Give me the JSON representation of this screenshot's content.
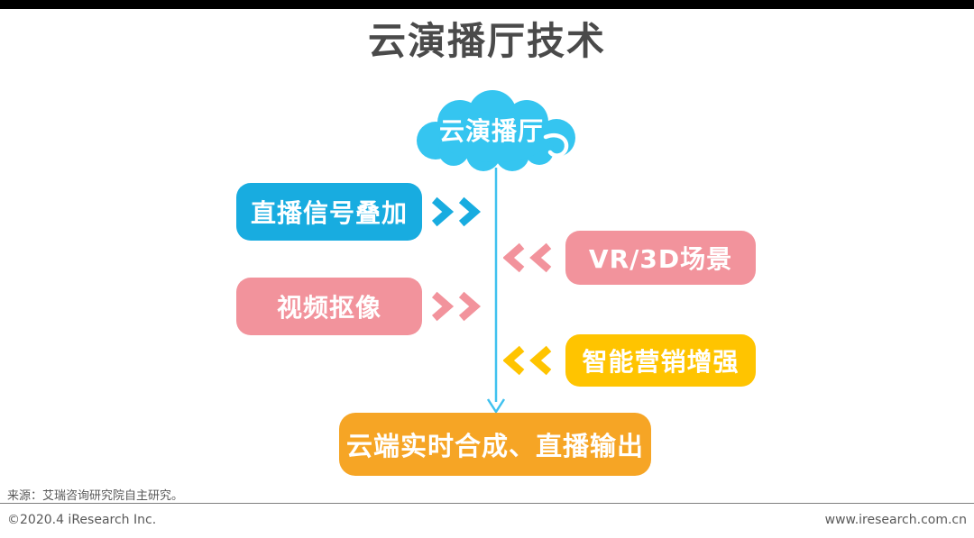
{
  "title": "云演播厅技术",
  "cloud": {
    "label": "云演播厅"
  },
  "nodes": [
    {
      "label": "直播信号叠加",
      "side": "left",
      "color": "#18ACE0"
    },
    {
      "label": "VR/3D场景",
      "side": "right",
      "color": "#F2939C"
    },
    {
      "label": "视频抠像",
      "side": "left",
      "color": "#F2939C"
    },
    {
      "label": "智能营销增强",
      "side": "right",
      "color": "#FFC400"
    }
  ],
  "output": {
    "label": "云端实时合成、直播输出",
    "color": "#F6A525"
  },
  "icons": {
    "cloud": "cloud-icon",
    "chevrons_right": "chevron-double-right-icon",
    "chevrons_left": "chevron-double-left-icon",
    "down_arrow": "arrow-down-icon"
  },
  "colors": {
    "cloud": "#35C5F0",
    "arrow_line": "#3FC1EF",
    "blue": "#18ACE0",
    "pink": "#F2939C",
    "yellow": "#FFC400",
    "orange": "#F6A525",
    "title_text": "#4A4A4A",
    "footer_text": "#595959",
    "top_bar": "#000000"
  },
  "footer": {
    "source": "来源：艾瑞咨询研究院自主研究。",
    "copyright": "©2020.4 iResearch Inc.",
    "website": "www.iresearch.com.cn"
  }
}
